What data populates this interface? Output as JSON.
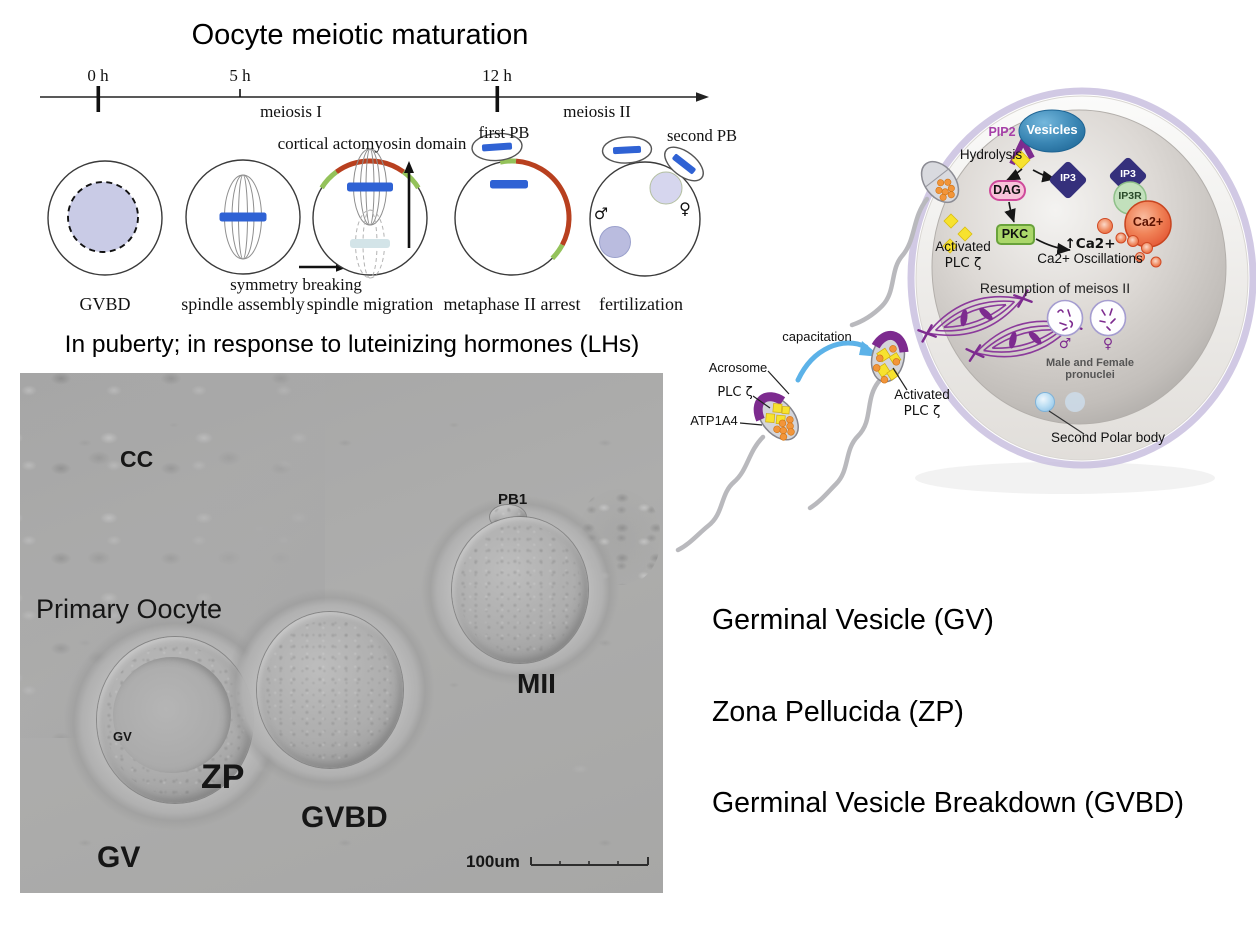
{
  "timeline": {
    "title": "Oocyte meiotic maturation",
    "ticks": [
      "0 h",
      "5 h",
      "12 h"
    ],
    "meiosis1": "meiosis I",
    "meiosis2": "meiosis II",
    "cortical": "cortical actomyosin domain",
    "symmetry": "symmetry breaking",
    "first_pb": "first PB",
    "second_pb": "second PB",
    "male": "♂",
    "female": "♀",
    "stages": [
      "GVBD",
      "spindle assembly",
      "spindle migration",
      "metaphase II arrest",
      "fertilization"
    ],
    "subtitle": "In puberty; in response to luteinizing hormones (LHs)"
  },
  "micrograph": {
    "cc": "CC",
    "primary": "Primary Oocyte",
    "pb1": "PB1",
    "mii": "MII",
    "gv_small": "GV",
    "zp": "ZP",
    "gvbd": "GVBD",
    "gv": "GV",
    "scale": "100um"
  },
  "egg": {
    "pip2": "PIP2",
    "hydrolysis": "Hydrolysis",
    "vesicles": "Vesicles",
    "dag": "DAG",
    "pkc": "PKC",
    "ip3": "IP3",
    "ip3r": "IP3R",
    "ca": "Ca2+",
    "ca_up": "↑Ca2+",
    "ca_osc": "Ca2+ Oscillations",
    "resumption": "Resumption of meisos II",
    "male_female": "Male and Female",
    "pronuclei": "pronuclei",
    "male": "♂",
    "female": "♀",
    "second_polar": "Second Polar body",
    "activated": "Activated",
    "plc_zeta": "PLC ζ"
  },
  "sperm": {
    "acrosome": "Acrosome",
    "plc": "PLC ζ",
    "atp1a4": "ATP1A4",
    "capacitation": "capacitation",
    "activated": "Activated",
    "plc_zeta": "PLC ζ"
  },
  "definitions": [
    "Germinal Vesicle (GV)",
    "Zona Pellucida (ZP)",
    "Germinal Vesicle Breakdown (GVBD)"
  ],
  "colors": {
    "spindle_bar_blue": "#2f62d4",
    "cortical_red": "#b8401f",
    "cortical_green": "#94c25a",
    "nucleus_lavender": "#c9cbe6",
    "acrosome_purple": "#7d2b8f",
    "pip2_magenta": "#a63fa8",
    "vesicles_blue": "#3a86b4",
    "dag_pink": "#f8c3da",
    "pkc_green": "#abd76a",
    "ip3_navy": "#35307c",
    "ip3r_green": "#c2e0bc",
    "ca_red": "#e25230",
    "plc_yellow": "#f7e22e",
    "atp_orange": "#f2953a",
    "capacitation_blue": "#5cb2e8",
    "micrograph_gray": "#a9a9a9"
  }
}
